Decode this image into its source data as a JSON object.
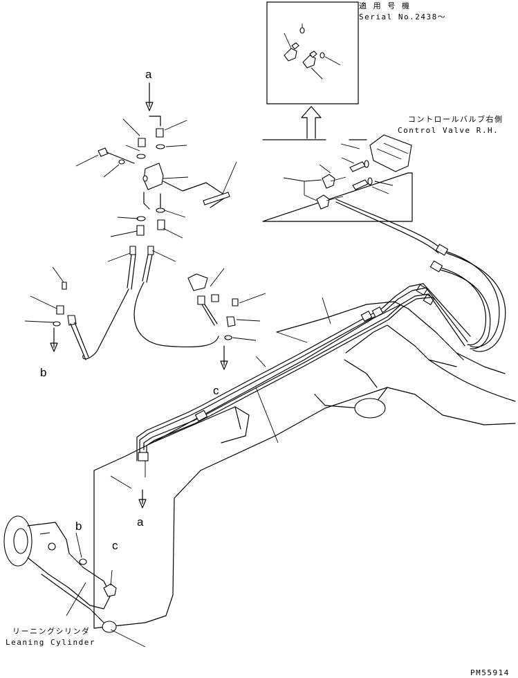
{
  "labels": {
    "applicable_machine_jp": "適 用 号 機",
    "serial": "Serial No.2438～",
    "control_valve_jp": "コントロールバルブ右側",
    "control_valve_en": "Control Valve R.H.",
    "leaning_cylinder_jp": "リーニングシリンダ",
    "leaning_cylinder_en": "Leaning Cylinder",
    "drawing_number": "PM55914"
  },
  "callouts": {
    "a_top": "a",
    "a_bottom": "a",
    "b_top": "b",
    "b_bottom": "b",
    "c_top": "c",
    "c_bottom": "c"
  }
}
